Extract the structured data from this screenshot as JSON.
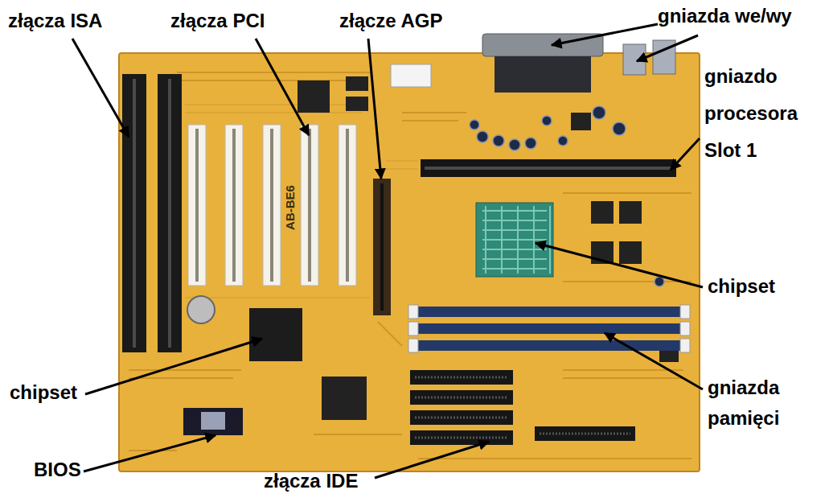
{
  "diagram": {
    "labels": [
      "złącza ISA",
      "złącza PCI",
      "złącze AGP",
      "gniazda we/wy",
      "gniazdo procesora Slot 1",
      "chipset",
      "gniazda pamięci",
      "chipset",
      "BIOS",
      "złącza IDE",
      "AB-BE6"
    ]
  }
}
